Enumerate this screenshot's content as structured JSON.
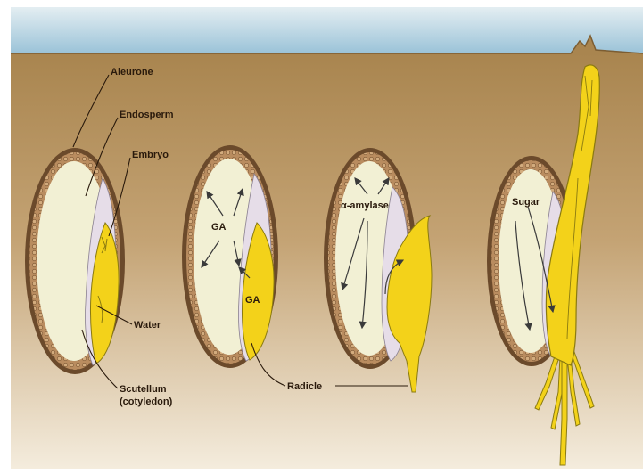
{
  "labels": {
    "aleurone": "Aleurone",
    "endosperm": "Endosperm",
    "embryo": "Embryo",
    "water": "Water",
    "scutellum": "Scutellum",
    "cotyledon": "(cotyledon)",
    "ga_endosperm": "GA",
    "ga_embryo": "GA",
    "radicle": "Radicle",
    "alpha_amylase": "α-amylase",
    "sugar": "Sugar"
  },
  "colors": {
    "sky": "#8fbcd4",
    "soil_top": "#a9854f",
    "soil_bottom": "#f4ecdd",
    "seed_coat": "#6b4a2b",
    "aleurone_layer": "#b98c5f",
    "endosperm_fill": "#f2f0d4",
    "embryo_fill": "#f3d21a",
    "scutellum_fill": "#e6dde8"
  }
}
